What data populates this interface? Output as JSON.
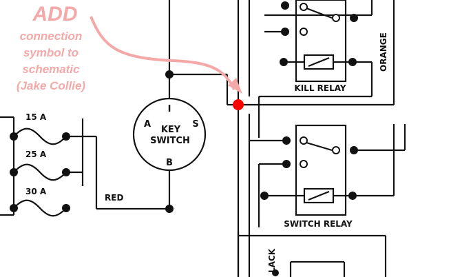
{
  "annotation": {
    "title": "ADD",
    "lines": [
      "connection",
      "symbol to",
      "schematic",
      "(Jake Collie)"
    ],
    "color": "#f4a8a8",
    "marker_color": "#ff0000"
  },
  "key_switch": {
    "line1": "KEY",
    "line2": "SWITCH",
    "terminal_i": "I",
    "terminal_a": "A",
    "terminal_s": "S",
    "terminal_b": "B"
  },
  "fuses": [
    "15 A",
    "25 A",
    "30 A"
  ],
  "wires": {
    "red": "RED",
    "orange": "ORANGE",
    "black": "LACK"
  },
  "relays": {
    "kill": "KILL RELAY",
    "switch": "SWITCH RELAY"
  }
}
